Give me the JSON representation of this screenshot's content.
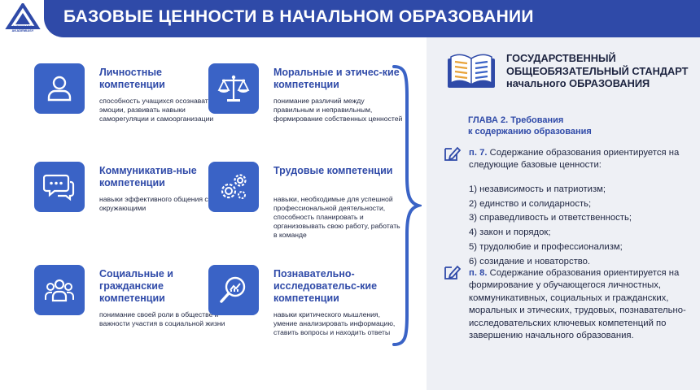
{
  "header": {
    "title": "БАЗОВЫЕ ЦЕННОСТИ В НАЧАЛЬНОМ ОБРАЗОВАНИИ",
    "logo_line1": "ALTYNSARIN",
    "logo_line2": "AKADEMIASY",
    "logo_icon": "triangle-a-logo"
  },
  "cards": [
    {
      "title": "Личностные компетенции",
      "desc": "способность учащихся осознавать свои эмоции, развивать навыки саморегуляции и самоорганизации",
      "icon": "person-icon"
    },
    {
      "title": "Моральные и этичес-кие компетенции",
      "desc": "понимание различий между правильным и неправильным, формирование собственных ценностей",
      "icon": "scales-icon"
    },
    {
      "title": "Коммуникатив-ные компетенции",
      "desc": "навыки эффективного общения с окружающими",
      "icon": "chat-icon"
    },
    {
      "title": "Трудовые компетенции",
      "desc": "навыки, необходимые для успешной профессиональной деятельности, способность планировать и организовывать свою работу, работать в команде",
      "icon": "gears-icon"
    },
    {
      "title": "Социальные и гражданские компетенции",
      "desc": "понимание своей роли в обществе и важности участия в социальной жизни",
      "icon": "people-group-icon"
    },
    {
      "title": "Познавательно-исследовательс-кие компетенции",
      "desc": "навыки критического мышления, умение анализировать информацию, ставить вопросы и находить ответы",
      "icon": "magnifier-chart-icon"
    }
  ],
  "standard": {
    "title": "ГОСУДАРСТВЕННЫЙ ОБЩЕОБЯЗАТЕЛЬНЫЙ СТАНДАРТ начального ОБРАЗОВАНИЯ",
    "chapter_line1": "ГЛАВА 2. Требования",
    "chapter_line2": "к содержанию образования",
    "p7_label": "п. 7.",
    "p7_text": " Содержание образования ориентируется на следующие базовые ценности:",
    "values": [
      "1) независимость и патриотизм;",
      "2) единство и солидарность;",
      "3) справедливость и ответственность;",
      "4) закон и порядок;",
      "5) трудолюбие и профессионализм;",
      "6) созидание и новаторство."
    ],
    "p8_label": "п. 8.",
    "p8_text": " Содержание образования ориентируется на формирование у обучающегося личностных, коммуникативных, социальных и гражданских, моральных и этических, трудовых, познавательно-исследовательских ключевых компетенций по завершению начального образования."
  },
  "colors": {
    "accent": "#2f4aa8",
    "icon_bg": "#3a63c6",
    "panel": "#eef0f5"
  }
}
